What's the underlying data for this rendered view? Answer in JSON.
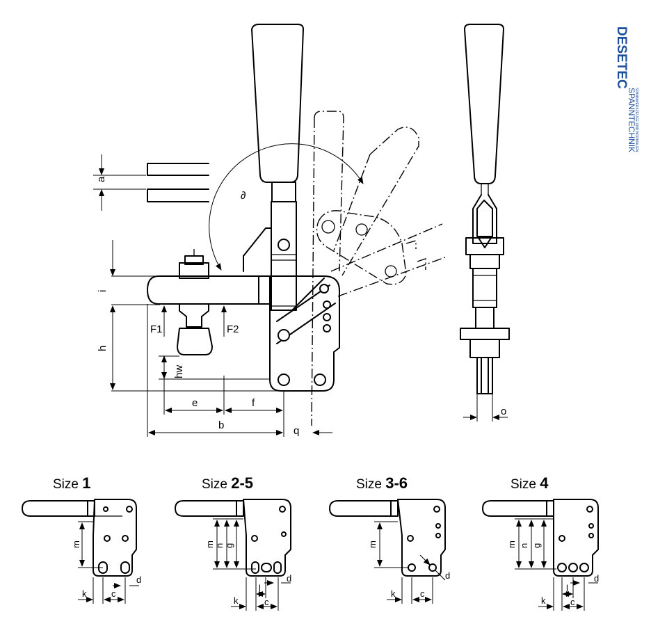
{
  "brand": {
    "name": "DESETEC",
    "subtitle": "SPANNTECHNIK",
    "tagline": "SPANNWERKZEUGE UND NORMALIEN",
    "color": "#1c4f9c"
  },
  "main_labels": {
    "a": "a",
    "i": "i",
    "h": "h",
    "hw": "hw",
    "F1": "F1",
    "F2": "F2",
    "e": "e",
    "f": "f",
    "b": "b",
    "q": "q",
    "o": "o",
    "angle": "∂"
  },
  "sizes": [
    {
      "prefix": "Size",
      "value": "1",
      "labels": {
        "m": "m",
        "k": "k",
        "c": "c",
        "d": "d"
      }
    },
    {
      "prefix": "Size",
      "value": "2-5",
      "labels": {
        "m": "m",
        "n": "n",
        "g": "g",
        "k": "k",
        "l": "l",
        "c": "c",
        "d": "d"
      }
    },
    {
      "prefix": "Size",
      "value": "3-6",
      "labels": {
        "m": "m",
        "k": "k",
        "c": "c",
        "d": "d"
      }
    },
    {
      "prefix": "Size",
      "value": "4",
      "labels": {
        "m": "m",
        "n": "n",
        "g": "g",
        "k": "k",
        "l": "l",
        "c": "c",
        "d": "d"
      }
    }
  ]
}
